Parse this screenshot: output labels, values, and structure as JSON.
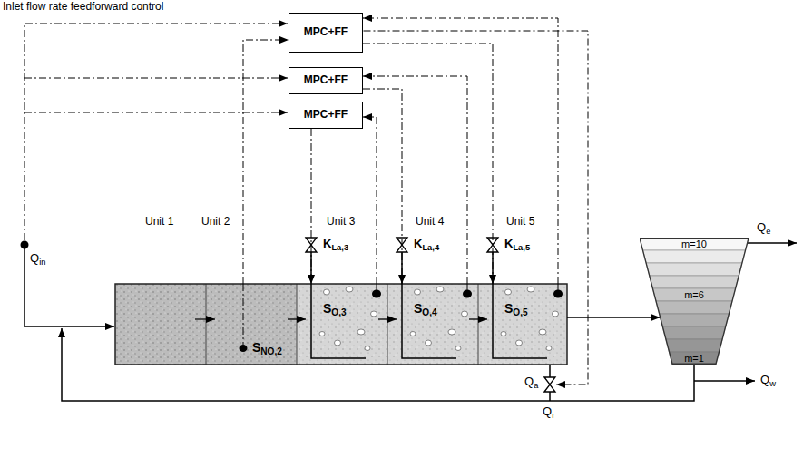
{
  "diagram": {
    "nodes": [
      {
        "text": [
          "MPC+FF"
        ]
      },
      {
        "text": [
          "MPC+FF"
        ]
      },
      {
        "text": [
          "MPC+FF"
        ]
      },
      {
        "text": [
          "SNO,2"
        ]
      },
      {
        "text": [
          "SO,3"
        ]
      },
      {
        "text": [
          "SO,4"
        ]
      },
      {
        "text": [
          "SO,5"
        ]
      },
      {
        "text": [
          "m=10",
          "m=6",
          "m=1"
        ]
      }
    ],
    "edges": [
      {
        "from": 3,
        "to": 4,
        "arrow": "to"
      },
      {
        "from": 4,
        "to": 5,
        "arrow": "to"
      },
      {
        "from": 5,
        "to": 6,
        "arrow": "to"
      },
      {
        "from": 6,
        "to": 7,
        "arrow": "to"
      },
      {
        "from": 3,
        "to": 0,
        "arrow": "to"
      },
      {
        "from": 4,
        "to": 2,
        "arrow": "to"
      },
      {
        "from": 5,
        "to": 1,
        "arrow": "to"
      },
      {
        "from": 6,
        "to": 0,
        "arrow": "to"
      },
      {
        "from": 2,
        "to": 4,
        "arrow": "to"
      },
      {
        "from": 1,
        "to": 5,
        "arrow": "to"
      },
      {
        "from": 0,
        "to": 6,
        "arrow": "to"
      }
    ],
    "labels": [
      "Inlet flow rate feedforward control",
      "Unit 1",
      "Unit 2",
      "Unit 3",
      "Unit 4",
      "Unit 5",
      "Qin",
      "KLa,3",
      "KLa,4",
      "KLa,5",
      "Qe",
      "Qa",
      "Qr",
      "Qw"
    ]
  }
}
